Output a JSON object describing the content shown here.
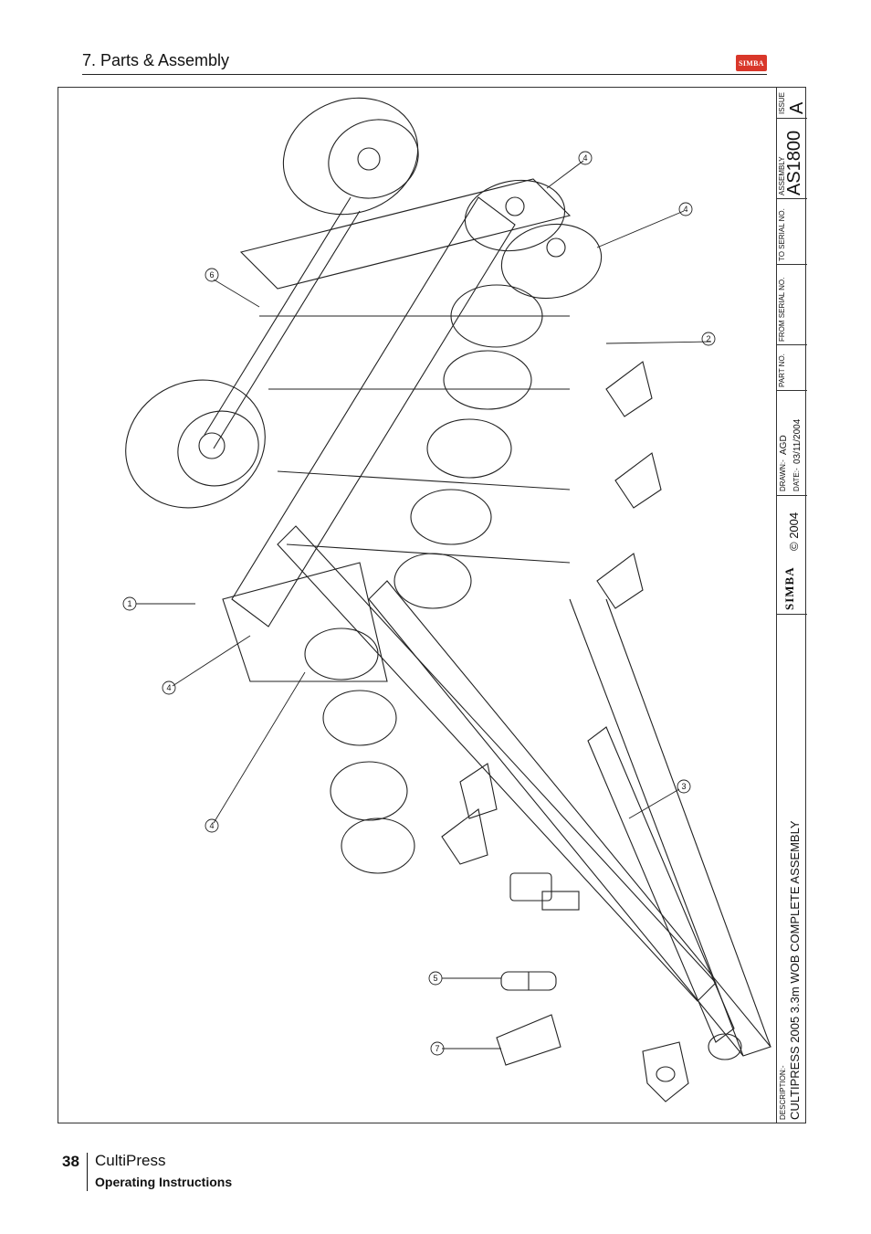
{
  "header": {
    "section_title": "7. Parts & Assembly",
    "logo_text": "SIMBA"
  },
  "drawing": {
    "callouts": [
      "1",
      "2",
      "3",
      "4",
      "4",
      "4",
      "4",
      "5",
      "6",
      "7"
    ]
  },
  "title_block": {
    "issue_label": "ISSUE",
    "issue_value": "A",
    "assembly_label": "ASSEMBLY",
    "assembly_value": "AS1800",
    "to_serial_label": "TO SERIAL NO.",
    "from_serial_label": "FROM SERIAL NO.",
    "part_no_label": "PART NO.",
    "drawn_label": "DRAWN:-",
    "drawn_value": "AGD",
    "date_label": "DATE:-",
    "date_value": "03/11/2004",
    "copyright": "© 2004",
    "brand": "SIMBA",
    "description_label": "DESCRIPTION:-",
    "description_value": "CULTIPRESS 2005 3.3m WOB COMPLETE ASSEMBLY"
  },
  "footer": {
    "page_number": "38",
    "product": "CultiPress",
    "subtitle": "Operating Instructions"
  },
  "colors": {
    "logo_red": "#d9372a",
    "line": "#222222"
  }
}
